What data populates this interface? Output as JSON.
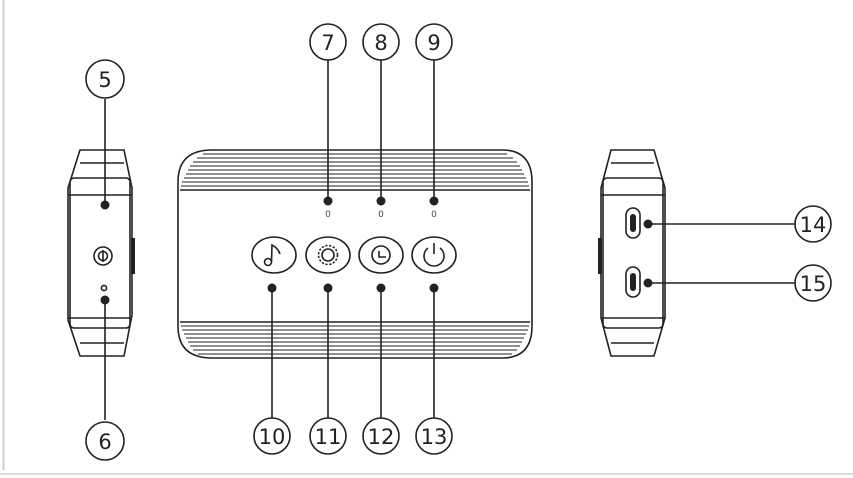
{
  "callouts": [
    {
      "id": "c5",
      "label": "5"
    },
    {
      "id": "c6",
      "label": "6"
    },
    {
      "id": "c7",
      "label": "7"
    },
    {
      "id": "c8",
      "label": "8"
    },
    {
      "id": "c9",
      "label": "9"
    },
    {
      "id": "c10",
      "label": "10"
    },
    {
      "id": "c11",
      "label": "11"
    },
    {
      "id": "c12",
      "label": "12"
    },
    {
      "id": "c13",
      "label": "13"
    },
    {
      "id": "c14",
      "label": "14"
    },
    {
      "id": "c15",
      "label": "15"
    }
  ],
  "led_marks": [
    "0",
    "0",
    "0"
  ],
  "icons": {
    "button_10": "music-note-icon",
    "button_11": "light-ring-icon",
    "button_12": "timer-icon",
    "button_13": "power-icon",
    "side_button_5": "power-button-icon",
    "side_hole_6": "reset-hole-icon",
    "port_14": "usb-c-port-icon",
    "port_15": "usb-c-port-icon"
  },
  "colors": {
    "line": "#222222",
    "fill": "#ffffff",
    "border": "#cfcfcf"
  }
}
